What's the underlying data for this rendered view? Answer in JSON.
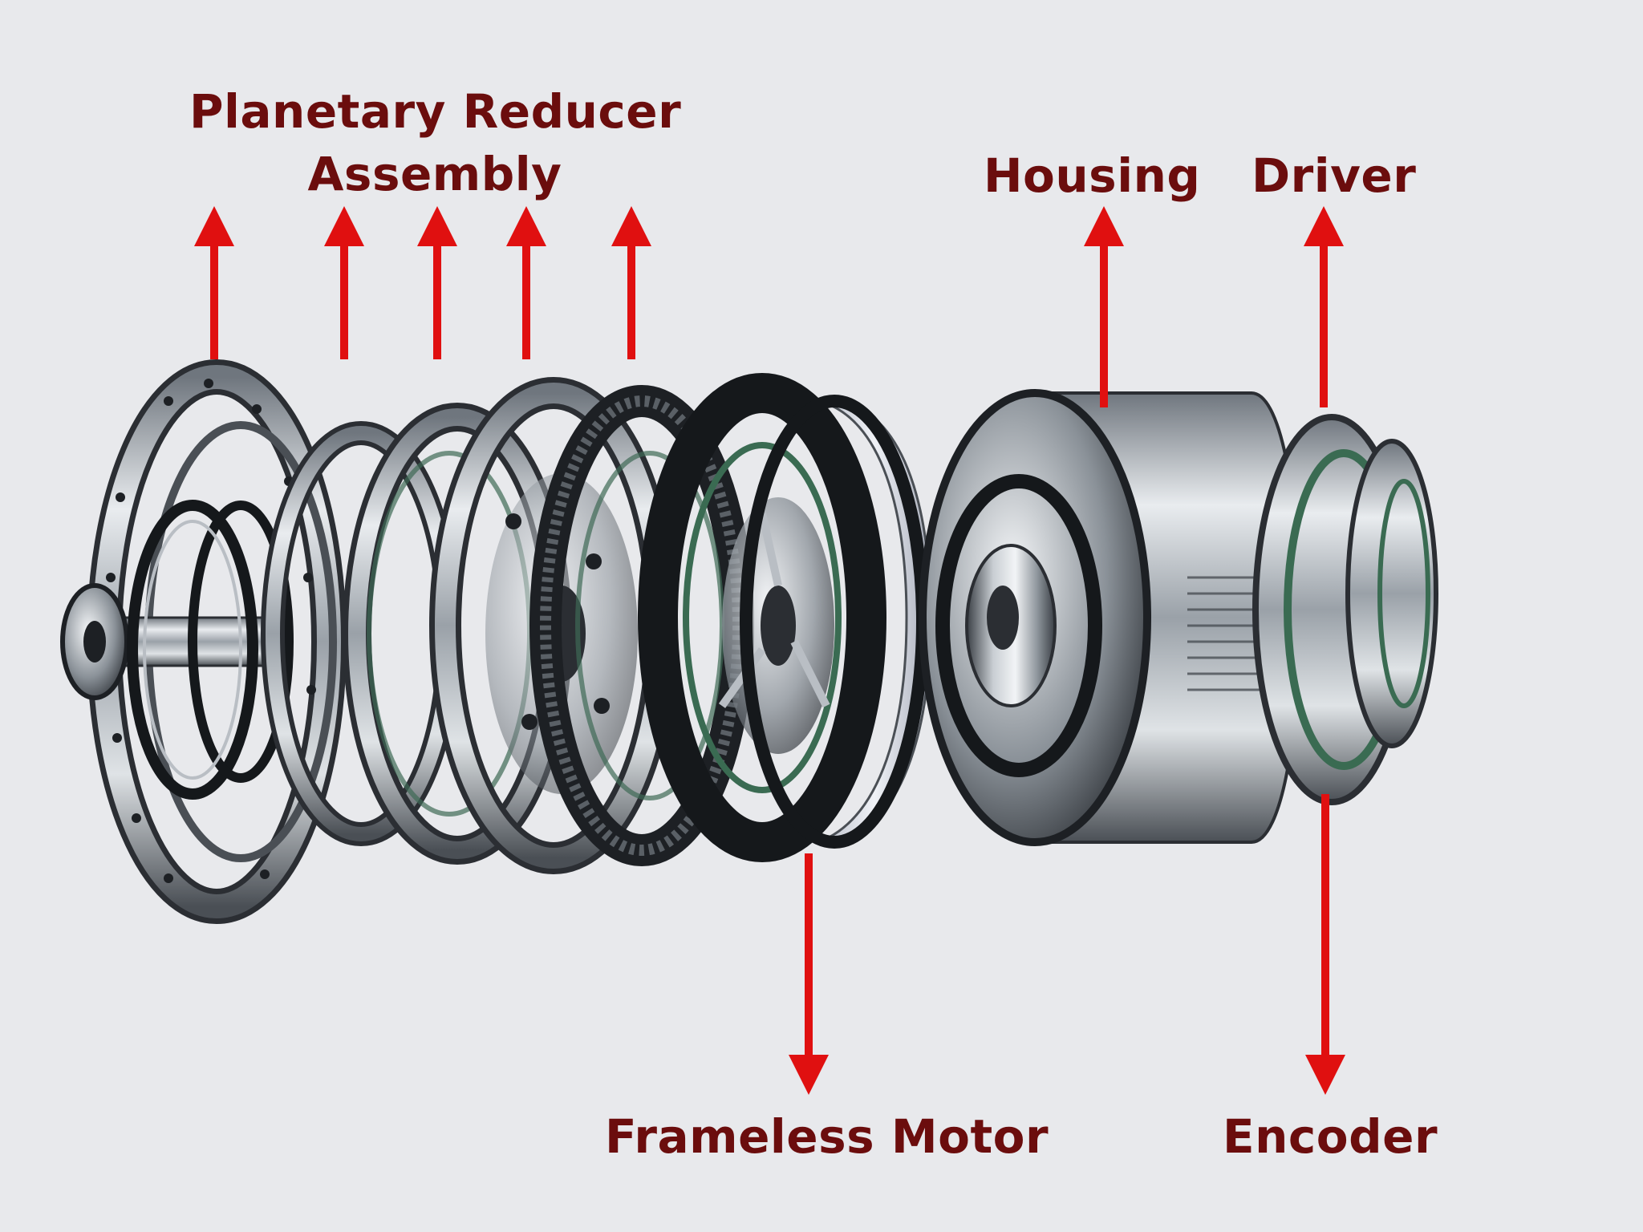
{
  "colors": {
    "background": "#e8e9ec",
    "label": "#6b0d0d",
    "arrow": "#e01010",
    "metal_dark": "#2b2e33",
    "metal_mid": "#8d949c",
    "metal_light": "#e6e9ec",
    "stator_band": "#dfe2ea",
    "pcb_green": "#3a6b52"
  },
  "labels": {
    "planetary_line1": "Planetary Reducer",
    "planetary_line2": "Assembly",
    "housing": "Housing",
    "driver": "Driver",
    "frameless_motor": "Frameless Motor",
    "encoder": "Encoder"
  },
  "icons": {
    "up_arrow": "arrow-up-icon",
    "down_arrow": "arrow-down-icon"
  }
}
